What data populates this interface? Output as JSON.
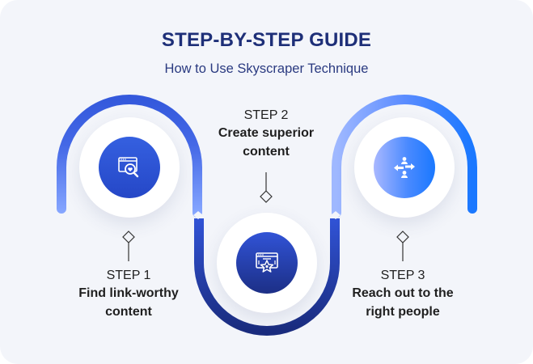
{
  "header": {
    "title": "STEP-BY-STEP GUIDE",
    "subtitle": "How to Use Skyscraper Technique"
  },
  "steps": [
    {
      "label": "STEP 1",
      "text_line1": "Find link-worthy",
      "text_line2": "content",
      "icon": "web-search-heart-icon",
      "color": "#2e55d6"
    },
    {
      "label": "STEP 2",
      "text_line1": "Create superior",
      "text_line2": "content",
      "icon": "web-page-star-icon",
      "color": "#1f3a9e"
    },
    {
      "label": "STEP 3",
      "text_line1": "Reach out to the",
      "text_line2": "right people",
      "icon": "people-direction-arrows-icon",
      "color": "#2f7cf5"
    }
  ],
  "colors": {
    "background": "#f3f5fa",
    "title": "#1e2f78",
    "path_light": "#7ea2ff",
    "path_mid": "#3a5fe0",
    "path_dark": "#1c2f82",
    "path_right": "#1f7bff"
  }
}
